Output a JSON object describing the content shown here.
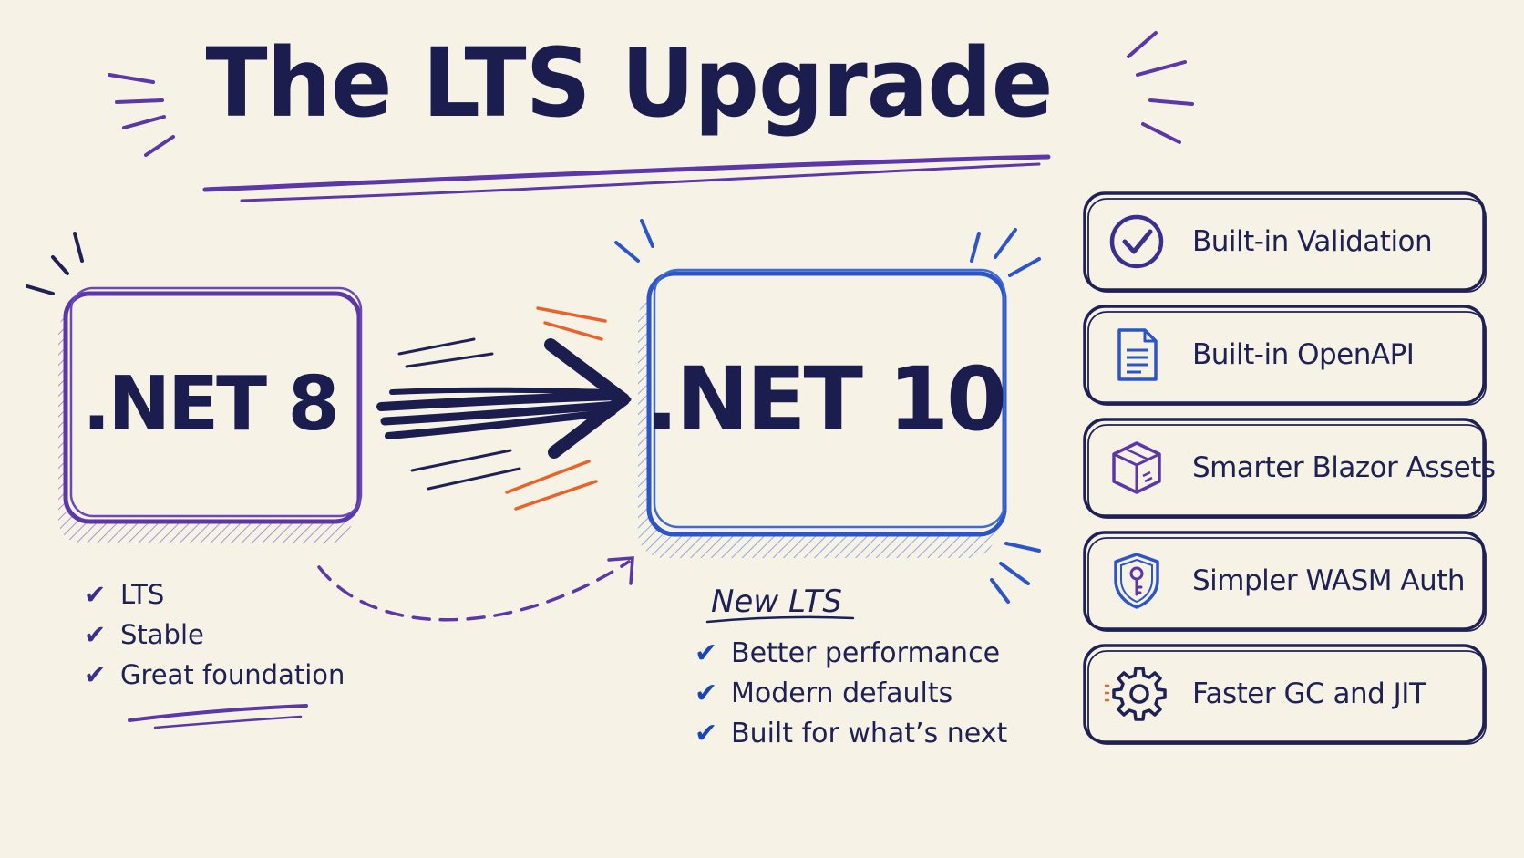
{
  "title": "The LTS Upgrade",
  "left_box": {
    "label": ".NET 8",
    "items": [
      "LTS",
      "Stable",
      "Great foundation"
    ]
  },
  "right_box": {
    "label": ".NET 10",
    "caption": "New LTS",
    "items": [
      "Better performance",
      "Modern defaults",
      "Built for what’s next"
    ]
  },
  "check_glyph": "✔",
  "features": [
    {
      "label": "Built-in Validation",
      "icon": "check-circle-icon"
    },
    {
      "label": "Built-in OpenAPI",
      "icon": "document-icon"
    },
    {
      "label": "Smarter Blazor Assets",
      "icon": "package-box-icon"
    },
    {
      "label": "Simpler WASM Auth",
      "icon": "shield-key-icon"
    },
    {
      "label": "Faster GC and JIT",
      "icon": "gear-icon"
    }
  ],
  "colors": {
    "ink": "#1a1d4d",
    "purple": "#5b37a8",
    "blue": "#2c55c8",
    "orange": "#e8622c",
    "paper": "#f6f2e6"
  }
}
